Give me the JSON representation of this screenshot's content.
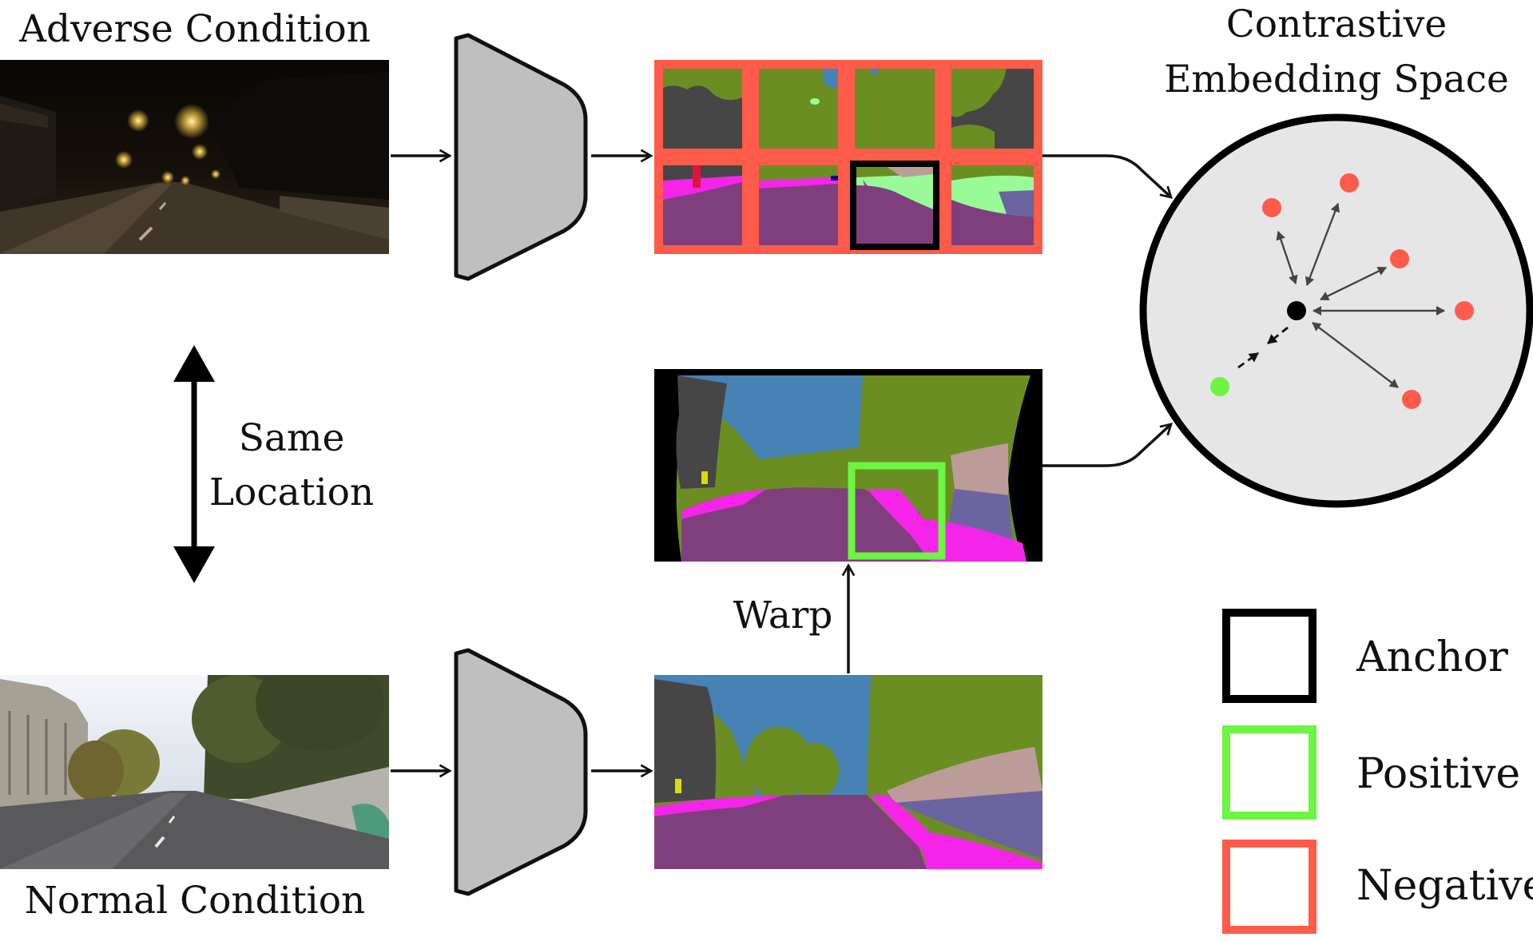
{
  "labels": {
    "adverse": "Adverse Condition",
    "normal": "Normal Condition",
    "same_line1": "Same",
    "same_line2": "Location",
    "warp": "Warp",
    "embed_line1": "Contrastive",
    "embed_line2": "Embedding Space"
  },
  "legend": [
    {
      "label": "Anchor",
      "color": "#000000"
    },
    {
      "label": "Positive",
      "color": "#6cf542"
    },
    {
      "label": "Negative",
      "color": "#ff5b4a"
    }
  ],
  "colors": {
    "road": "#7f3f7d",
    "sidewalk": "#f425e8",
    "building": "#464646",
    "sky": "#4682b4",
    "vegetation": "#6b8e23",
    "terrain": "#98fb98",
    "wall": "#bc9c99",
    "fence": "#6c64a0",
    "encoder": "#bfbfbf",
    "embedding_bg": "#e6e6e6",
    "anchor_point": "#000000",
    "positive_point": "#6cf542",
    "negative_point": "#ff5b4a"
  }
}
